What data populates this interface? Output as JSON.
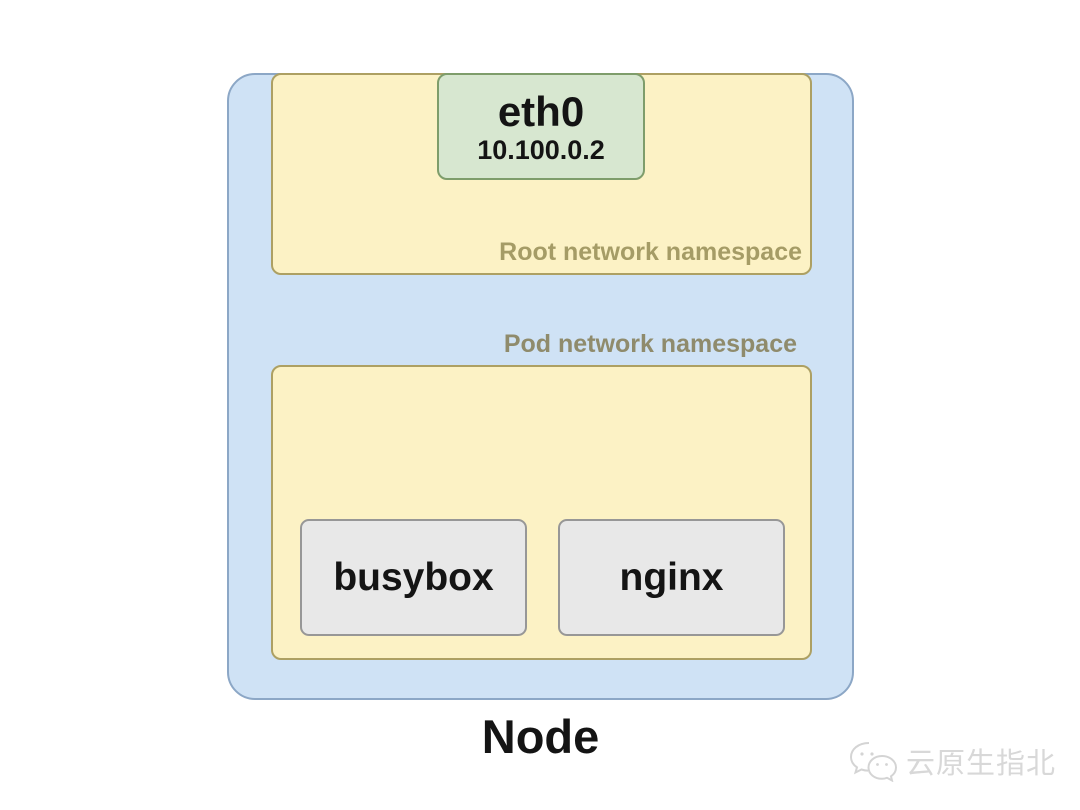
{
  "diagram": {
    "node_label": "Node",
    "root_ns": {
      "label": "Root network namespace",
      "eth0": {
        "name": "eth0",
        "ip": "10.100.0.2"
      }
    },
    "pod_ns": {
      "label": "Pod network namespace",
      "containers": [
        {
          "label": "busybox"
        },
        {
          "label": "nginx"
        }
      ]
    },
    "watermark": {
      "icon": "wechat-icon",
      "text": "云原生指北"
    },
    "colors": {
      "node_fill": "#cfe2f5",
      "node_border": "#8ca7c6",
      "namespace_fill": "#fcf2c5",
      "namespace_border": "#ada063",
      "namespace_label_on_yellow": "#a59c66",
      "namespace_label_on_blue": "#8f8b6c",
      "eth_fill": "#d7e7d0",
      "eth_border": "#7e9d6b",
      "container_fill": "#e8e8e8",
      "container_border": "#979797",
      "text": "#141414",
      "watermark_color": "#d8d8d8"
    }
  }
}
